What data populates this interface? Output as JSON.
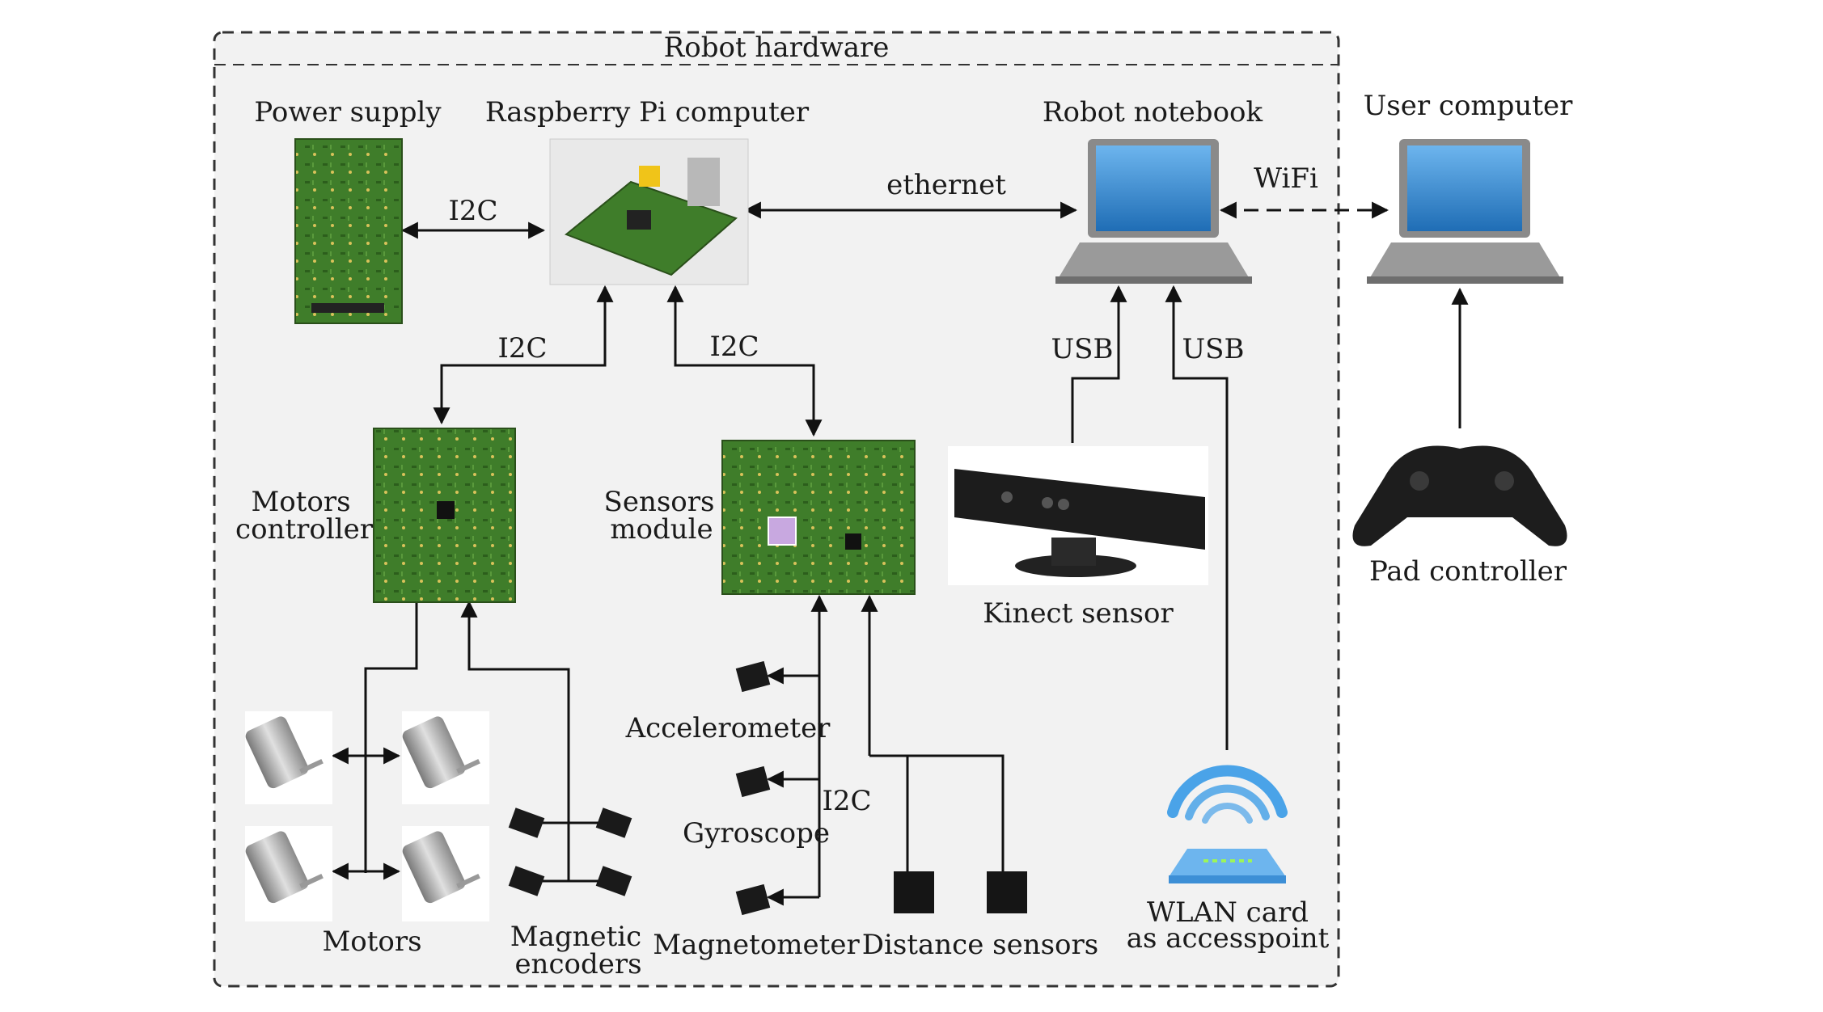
{
  "diagram": {
    "group_title": "Robot hardware",
    "nodes": {
      "power_supply": "Power supply",
      "raspberry_pi": "Raspberry Pi computer",
      "robot_notebook": "Robot notebook",
      "user_computer": "User computer",
      "motors_controller_line1": "Motors",
      "motors_controller_line2": "controller",
      "sensors_module_line1": "Sensors",
      "sensors_module_line2": "module",
      "kinect_sensor": "Kinect sensor",
      "pad_controller": "Pad controller",
      "accelerometer": "Accelerometer",
      "gyroscope": "Gyroscope",
      "magnetometer": "Magnetometer",
      "motors": "Motors",
      "magnetic_encoders_line1": "Magnetic",
      "magnetic_encoders_line2": "encoders",
      "distance_sensors": "Distance sensors",
      "wlan_card_line1": "WLAN card",
      "wlan_card_line2": "as accesspoint"
    },
    "edge_labels": {
      "psu_pi": "I2C",
      "pi_motors": "I2C",
      "pi_sensors": "I2C",
      "pi_notebook": "ethernet",
      "notebook_user": "WiFi",
      "kinect_usb": "USB",
      "wlan_usb": "USB",
      "imu_bus": "I2C"
    },
    "colors": {
      "pcb_green": "#3f7d2a",
      "laptop_screen": "#3d8fd6",
      "laptop_body": "#9a9a9a",
      "wifi_blue": "#4aa3e8",
      "group_bg": "#f2f2f2"
    }
  }
}
